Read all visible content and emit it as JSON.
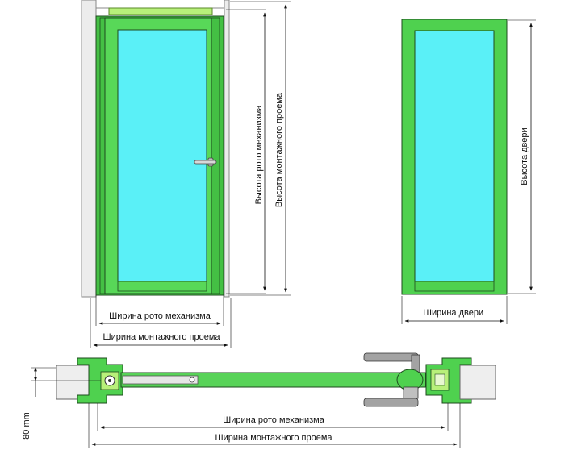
{
  "labels": {
    "roto_height": "Высота рото механизма",
    "opening_height": "Высота монтажного проема",
    "door_height": "Высота двери",
    "roto_width": "Ширина рото механизма",
    "opening_width": "Ширина монтажного проема",
    "door_width": "Ширина двери",
    "offset": "80 mm"
  },
  "colors": {
    "frame_green": "#4fd14f",
    "glass_cyan": "#5af0f7",
    "outline": "#1e4a1e",
    "wall_gray": "#e8e8e8",
    "handle_gray": "#9a9a9a",
    "lime_bar": "#b8f07a"
  }
}
